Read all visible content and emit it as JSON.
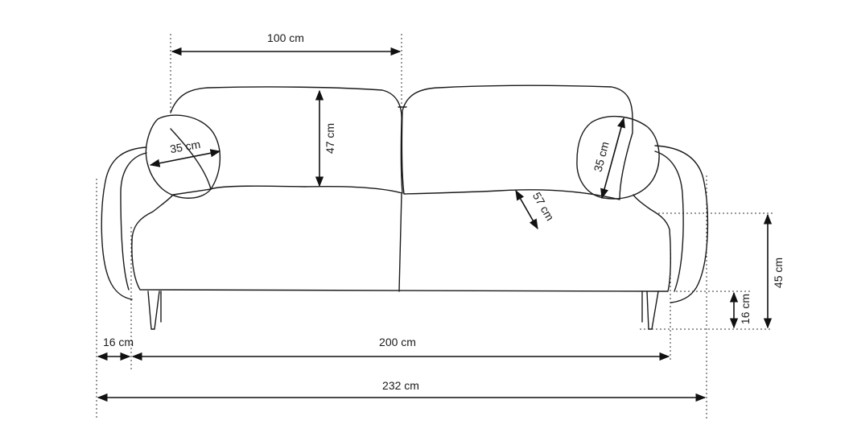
{
  "dimensions": {
    "seat_section_width": "100 cm",
    "backrest_height": "47 cm",
    "pillow_diameter_left": "35 cm",
    "pillow_diameter_right": "35 cm",
    "seat_depth": "57 cm",
    "armrest_width": "16 cm",
    "inner_width": "200 cm",
    "total_width": "232 cm",
    "seat_height": "45 cm",
    "leg_height": "16 cm"
  },
  "colors": {
    "line": "#1a1a1a",
    "background": "#ffffff"
  }
}
